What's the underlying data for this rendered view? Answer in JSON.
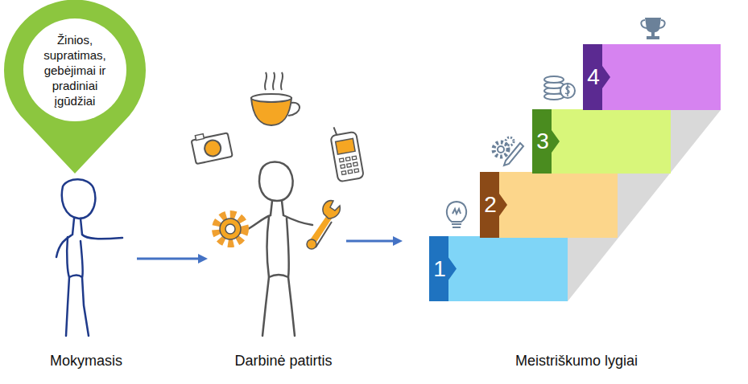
{
  "diagram": {
    "nodes": [
      {
        "text": [
          "Žinios, supratimas, gebėjimai ir pradiniai įgūdžiai"
        ]
      },
      {
        "text": [
          "1"
        ]
      },
      {
        "text": [
          "2"
        ]
      },
      {
        "text": [
          "3"
        ]
      },
      {
        "text": [
          "4"
        ]
      }
    ],
    "labels": [
      "Mokymasis",
      "Darbinė patirtis",
      "Meistriškumo lygiai"
    ]
  }
}
